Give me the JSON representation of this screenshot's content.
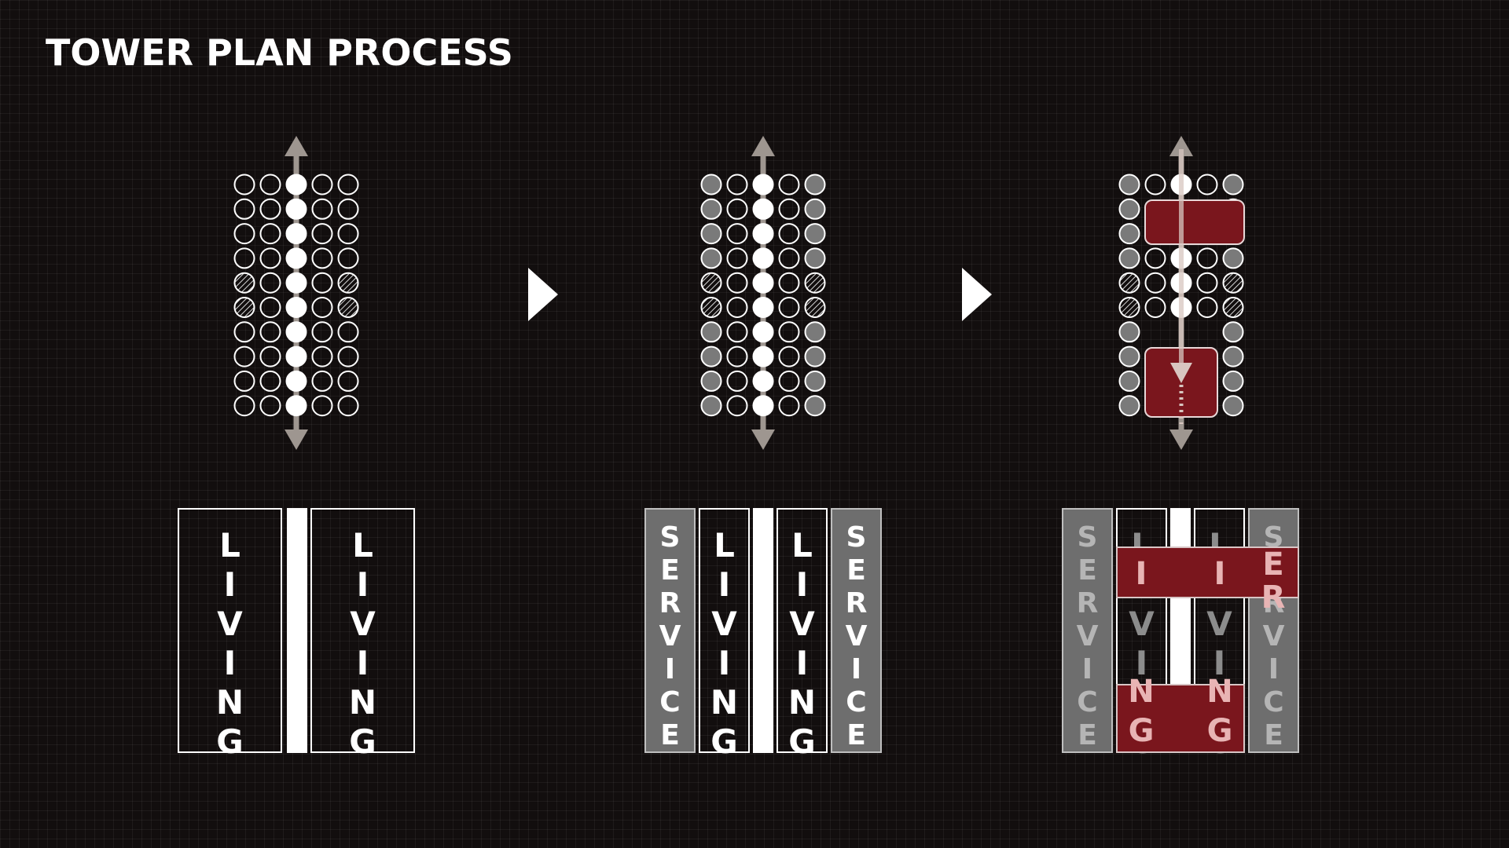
{
  "title": "TOWER PLAN PROCESS",
  "colors": {
    "background": "#120e0e",
    "white": "#ffffff",
    "service_gray": "#6e6e6e",
    "dot_gray": "#7a7a7a",
    "accent_red": "#7a161d",
    "arrow_gray": "#9e9690"
  },
  "stages": [
    {
      "id": "stage-1",
      "strips": [
        {
          "kind": "living",
          "label": "LIVING"
        },
        {
          "kind": "core",
          "label": ""
        },
        {
          "kind": "living",
          "label": "LIVING"
        }
      ],
      "outer_columns": "empty",
      "red_blocks": false
    },
    {
      "id": "stage-2",
      "strips": [
        {
          "kind": "service",
          "label": "SERVICE"
        },
        {
          "kind": "living",
          "label": "LIVING"
        },
        {
          "kind": "core",
          "label": ""
        },
        {
          "kind": "living",
          "label": "LIVING"
        },
        {
          "kind": "service",
          "label": "SERVICE"
        }
      ],
      "outer_columns": "gray",
      "red_blocks": false
    },
    {
      "id": "stage-3",
      "strips": [
        {
          "kind": "service",
          "label": "SERVICE"
        },
        {
          "kind": "living",
          "label": "LIVING"
        },
        {
          "kind": "core",
          "label": ""
        },
        {
          "kind": "living",
          "label": "LIVING"
        },
        {
          "kind": "service",
          "label": "SERVICE"
        }
      ],
      "outer_columns": "gray",
      "red_blocks": true
    }
  ],
  "arrow_icons": [
    "play-arrow-icon",
    "play-arrow-icon"
  ]
}
